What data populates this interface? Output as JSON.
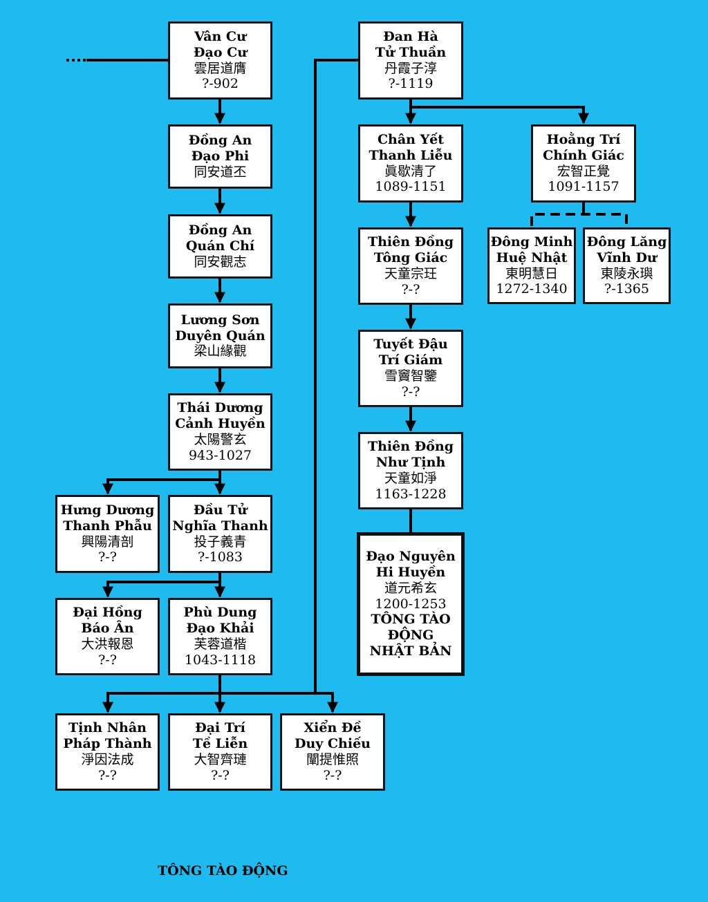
{
  "footer": "TÔNG TÀO ĐỘNG",
  "nodes": [
    {
      "id": "van-cu-dao-cu",
      "names": [
        "Vân Cư",
        "Đạo Cư"
      ],
      "cjk": "雲居道膺",
      "dates": "?-902"
    },
    {
      "id": "dong-an-dao-phi",
      "names": [
        "Đồng An",
        "Đạo Phi"
      ],
      "cjk": "同安道丕",
      "dates": ""
    },
    {
      "id": "dong-an-quan-chi",
      "names": [
        "Đồng An",
        "Quán Chí"
      ],
      "cjk": "同安觀志",
      "dates": ""
    },
    {
      "id": "luong-son-duyen-quan",
      "names": [
        "Lương Sơn",
        "Duyên Quán"
      ],
      "cjk": "梁山緣觀",
      "dates": ""
    },
    {
      "id": "thai-duong-canh-huyen",
      "names": [
        "Thái Dương",
        "Cảnh Huyền"
      ],
      "cjk": "太陽警玄",
      "dates": "943-1027"
    },
    {
      "id": "hung-duong-thanh-phau",
      "names": [
        "Hưng Dương",
        "Thanh Phẫu"
      ],
      "cjk": "興陽清剖",
      "dates": "?-?"
    },
    {
      "id": "dau-tu-nghia-thanh",
      "names": [
        "Đầu Tử",
        "Nghĩa Thanh"
      ],
      "cjk": "投子義青",
      "dates": "?-1083"
    },
    {
      "id": "dai-hong-bao-an",
      "names": [
        "Đại Hồng",
        "Báo Ân"
      ],
      "cjk": "大洪報恩",
      "dates": "?-?"
    },
    {
      "id": "phu-dung-dao-khai",
      "names": [
        "Phù Dung",
        "Đạo Khải"
      ],
      "cjk": "芙蓉道楷",
      "dates": "1043-1118"
    },
    {
      "id": "tinh-nhan-phap-thanh",
      "names": [
        "Tịnh Nhân",
        "Pháp Thành"
      ],
      "cjk": "淨因法成",
      "dates": "?-?"
    },
    {
      "id": "dai-tri-te-lien",
      "names": [
        "Đại Trí",
        "Tề Liễn"
      ],
      "cjk": "大智齊璉",
      "dates": "?-?"
    },
    {
      "id": "xien-de-duy-chieu",
      "names": [
        "Xiển Đề",
        "Duy Chiếu"
      ],
      "cjk": "闡提惟照",
      "dates": "?-?"
    },
    {
      "id": "dan-ha-tu-thuan",
      "names": [
        "Đan Hà",
        "Tử Thuần"
      ],
      "cjk": "丹霞子淳",
      "dates": "?-1119"
    },
    {
      "id": "chan-yet-thanh-lieu",
      "names": [
        "Chân Yết",
        "Thanh Liễu"
      ],
      "cjk": "眞歇清了",
      "dates": "1089-1151"
    },
    {
      "id": "hoang-tri-chinh-giac",
      "names": [
        "Hoằng Trí",
        "Chính Giác"
      ],
      "cjk": "宏智正覺",
      "dates": "1091-1157"
    },
    {
      "id": "dong-minh-hue-nhat",
      "names": [
        "Đông Minh",
        "Huệ Nhật"
      ],
      "cjk": "東明慧日",
      "dates": "1272-1340"
    },
    {
      "id": "dong-lang-vinh-du",
      "names": [
        "Đông Lăng",
        "Vĩnh Dư"
      ],
      "cjk": "東陵永璵",
      "dates": "?-1365"
    },
    {
      "id": "thien-dong-tong-giac",
      "names": [
        "Thiên Đồng",
        "Tông Giác"
      ],
      "cjk": "天童宗玨",
      "dates": "?-?"
    },
    {
      "id": "tuyet-dau-tri-giam",
      "names": [
        "Tuyết Đậu",
        "Trí Giám"
      ],
      "cjk": "雪竇智鑒",
      "dates": "?-?"
    },
    {
      "id": "thien-dong-nhu-tinh",
      "names": [
        "Thiên Đồng",
        "Như Tịnh"
      ],
      "cjk": "天童如淨",
      "dates": "1163-1228"
    },
    {
      "id": "dao-nguyen-hi-huyen",
      "names": [
        "Đạo Nguyên",
        "Hi Huyền"
      ],
      "cjk": "道元希玄",
      "dates": "1200-1253",
      "note": [
        "TÔNG TÀO",
        "ĐỘNG",
        "NHẬT BẢN"
      ]
    }
  ]
}
